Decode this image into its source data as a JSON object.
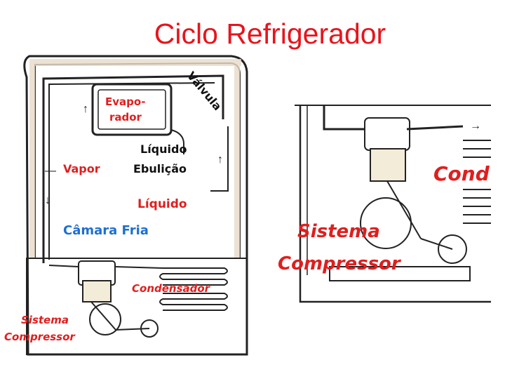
{
  "slide": {
    "title": "Ciclo Refrigerador"
  },
  "left_diagram": {
    "evaporator_line1": "Evapo-",
    "evaporator_line2": "rador",
    "valve": "Válvula",
    "liquid_top": "Líquido",
    "vapor": "Vapor",
    "boiling": "Ebulição",
    "liquid_bottom": "Líquido",
    "cold_chamber": "Câmara Fria",
    "condenser": "Condensador",
    "compressor_line1": "Sistema",
    "compressor_line2": "Compressor"
  },
  "right_diagram": {
    "condenser_partial": "Cond",
    "compressor_line1": "Sistema",
    "compressor_line2": "Compressor"
  },
  "colors": {
    "title": "#e8141c",
    "label_red": "#e01e1e",
    "label_blue": "#1e6fd0",
    "label_black": "#111111"
  }
}
